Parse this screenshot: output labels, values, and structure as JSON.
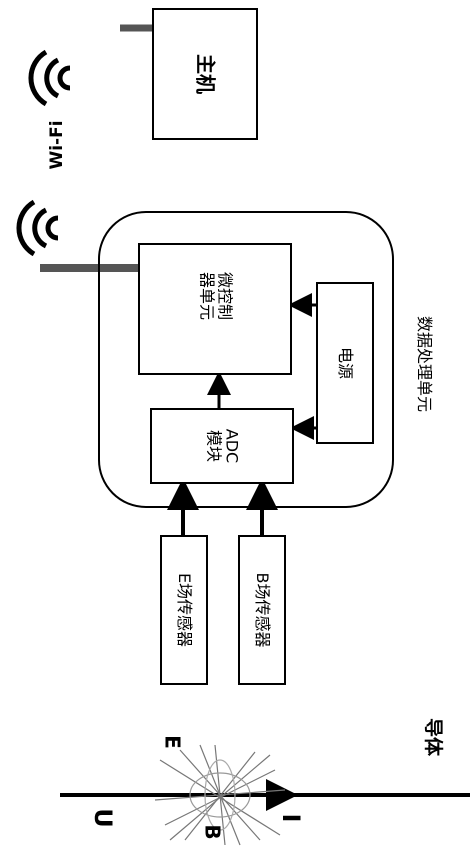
{
  "host": {
    "label": "主机"
  },
  "wifi": {
    "label": "Wi-Fi"
  },
  "mcu": {
    "line1": "微控制",
    "line2": "器单元"
  },
  "power": {
    "label": "电源"
  },
  "adc": {
    "line1": "ADC",
    "line2": "模块"
  },
  "processing_unit": {
    "label": "数据处理单元"
  },
  "e_sensor": {
    "label": "E场传感器"
  },
  "b_sensor": {
    "label": "B场传感器"
  },
  "conductor": {
    "label": "导体"
  },
  "symbols": {
    "u": "U",
    "i": "I",
    "e": "E",
    "b": "B"
  }
}
